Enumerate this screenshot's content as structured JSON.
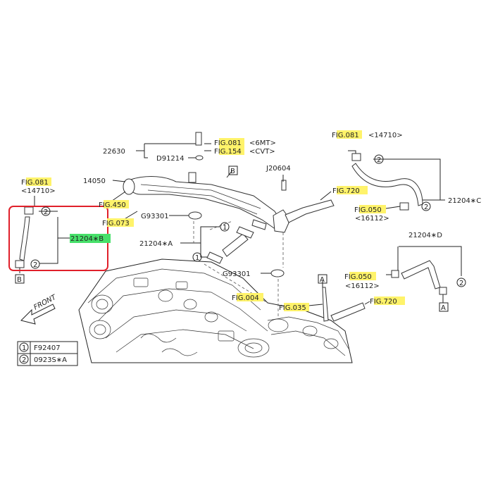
{
  "colors": {
    "highlight": "#fff36a",
    "selected_highlight": "#47e06a",
    "selection_frame": "#e0202a"
  },
  "labels": {
    "fig081_top": "FIG.081",
    "mt6": "<6MT>",
    "fig154": "FIG.154",
    "cvt": "<CVT>",
    "p22630": "22630",
    "d91214": "D91214",
    "p14050": "14050",
    "fig450": "FIG.450",
    "fig073": "FIG.073",
    "g93301_a": "G93301",
    "g93301_b": "G93301",
    "j20604": "J20604",
    "box_b_top": "B",
    "fig720_a": "FIG.720",
    "fig081_right": "FIG.081",
    "p14710_right": "<14710>",
    "p21204c": "21204∗C",
    "fig050_a": "FIG.050",
    "p16112_a": "<16112>",
    "p21204d": "21204∗D",
    "fig050_b": "FIG.050",
    "p16112_b": "<16112>",
    "box_a_right": "A",
    "box_a_mid": "A",
    "fig720_b": "FIG.720",
    "fig035": "FIG.035",
    "fig004": "FIG.004",
    "p21204a": "21204∗A",
    "fig081_left": "FIG.081",
    "p14710_left": "<14710>",
    "p21204b": "21204∗B",
    "box_b_left": "B",
    "front": "FRONT",
    "legend_1_num": "1",
    "legend_1_code": "F92407",
    "legend_2_num": "2",
    "legend_2_code": "0923S∗A",
    "c1": "1",
    "c2": "1",
    "c3": "2",
    "c4": "2",
    "c5": "2",
    "c6": "2",
    "c7": "2"
  }
}
